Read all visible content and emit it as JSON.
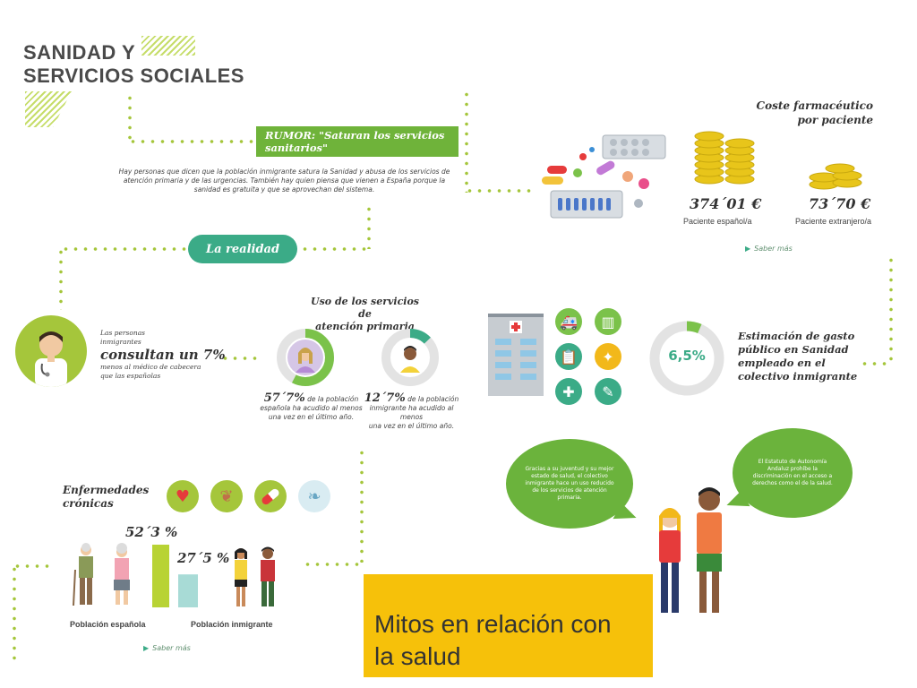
{
  "title": {
    "line1": "SANIDAD Y",
    "line2": "SERVICIOS SOCIALES"
  },
  "rumor": {
    "label": "RUMOR: \"Saturan los servicios sanitarios\""
  },
  "rumor_text": "Hay personas que dicen que la población inmigrante satura la Sanidad y abusa de los servicios de atención primaria y de las urgencias. También hay quien piensa que vienen a España porque la sanidad es gratuita y que se aprovechan del sistema.",
  "reality_label": "La realidad",
  "pharma": {
    "heading1": "Coste farmacéutico",
    "heading2": "por paciente",
    "spanish_value": "374´01 €",
    "spanish_label": "Paciente español/a",
    "foreign_value": "73´70 €",
    "foreign_label": "Paciente extranjero/a",
    "more": "Saber más"
  },
  "consult": {
    "line1": "Las personas",
    "line2": "inmigrantes",
    "big": "consultan un 7%",
    "line3": "menos al médico de cabecera",
    "line4": "que las españolas"
  },
  "primary_care": {
    "heading1": "Uso de los servicios de",
    "heading2": "atención primaria",
    "spanish_pct": "57´7%",
    "spanish_text1": "de la población",
    "spanish_text2": "española ha acudido al menos",
    "spanish_text3": "una vez en el último año.",
    "immigrant_pct": "12´7%",
    "immigrant_text1": "de la población",
    "immigrant_text2": "inmigrante ha acudido al menos",
    "immigrant_text3": "una vez en el último año.",
    "spanish_fill": 0.577,
    "immigrant_fill": 0.127
  },
  "spending": {
    "value": "6,5%",
    "fill": 0.065,
    "line1": "Estimación de gasto",
    "line2": "público en Sanidad",
    "line3": "empleado en el",
    "line4": "colectivo inmigrante"
  },
  "chronic": {
    "heading1": "Enfermedades",
    "heading2": "crónicas",
    "spanish_value": "52´3 %",
    "immigrant_value": "27´5 %",
    "spanish_label": "Población española",
    "immigrant_label": "Población inmigrante",
    "spanish_num": 52.3,
    "immigrant_num": 27.5,
    "more": "Saber más"
  },
  "bubbles": {
    "left": "Gracias a su juventud y su mejor estado de salud, el colectivo inmigrante hace un uso reducido de los servicios de atención primaria.",
    "right": "El Estatuto de Autonomía Andaluz prohíbe la discriminación en el acceso a derechos como el de la salud."
  },
  "caption": {
    "line1": "Mitos en relación con",
    "line2": "la salud"
  },
  "colors": {
    "green": "#6fb33a",
    "teal": "#3bab87",
    "lime": "#a5c63b",
    "yellow": "#f6c10a",
    "coin": "#e8c51a"
  }
}
